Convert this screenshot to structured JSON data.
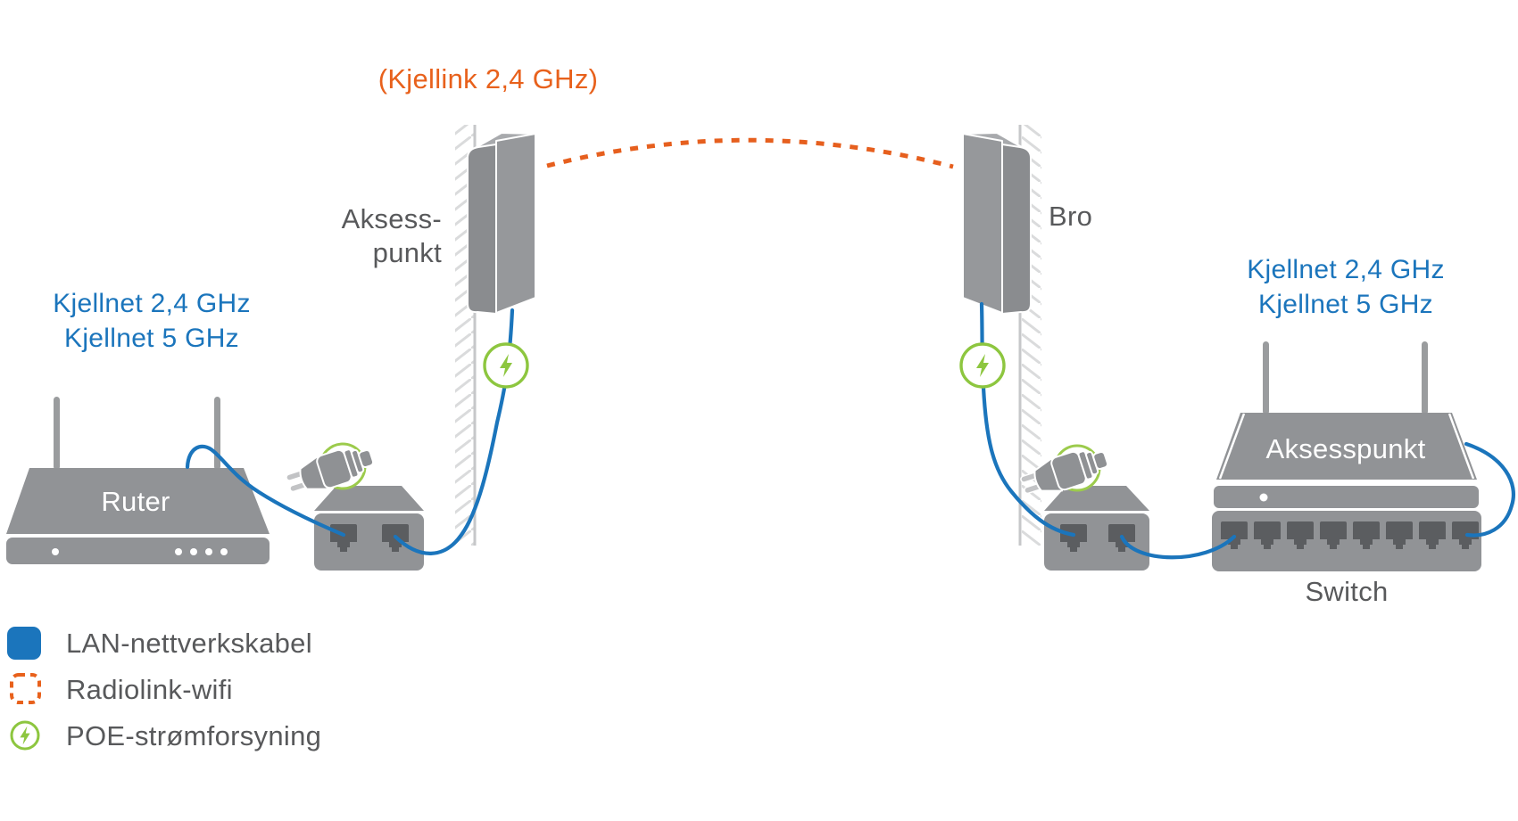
{
  "diagram": {
    "radiolink": {
      "label": "(Kjellink 2,4 GHz)"
    },
    "router": {
      "label": "Ruter",
      "ssids": [
        "Kjellnet 2,4 GHz",
        "Kjellnet 5 GHz"
      ]
    },
    "wall_access_point": {
      "label_line1": "Aksess-",
      "label_line2": "punkt"
    },
    "bridge": {
      "label": "Bro"
    },
    "indoor_access_point": {
      "label": "Aksesspunkt",
      "ssids": [
        "Kjellnet 2,4 GHz",
        "Kjellnet 5 GHz"
      ]
    },
    "switch": {
      "label": "Switch"
    }
  },
  "legend": {
    "items": [
      {
        "icon": "lan-cable-swatch",
        "label": "LAN-nettverkskabel"
      },
      {
        "icon": "radiolink-swatch",
        "label": "Radiolink-wifi"
      },
      {
        "icon": "poe-power-icon",
        "label": "POE-strømforsyning"
      }
    ]
  },
  "colors": {
    "lan_blue": "#1B75BC",
    "radio_orange": "#E8611C",
    "poe_green": "#8DC63F",
    "device_gray": "#919396",
    "text_gray": "#58595B"
  }
}
